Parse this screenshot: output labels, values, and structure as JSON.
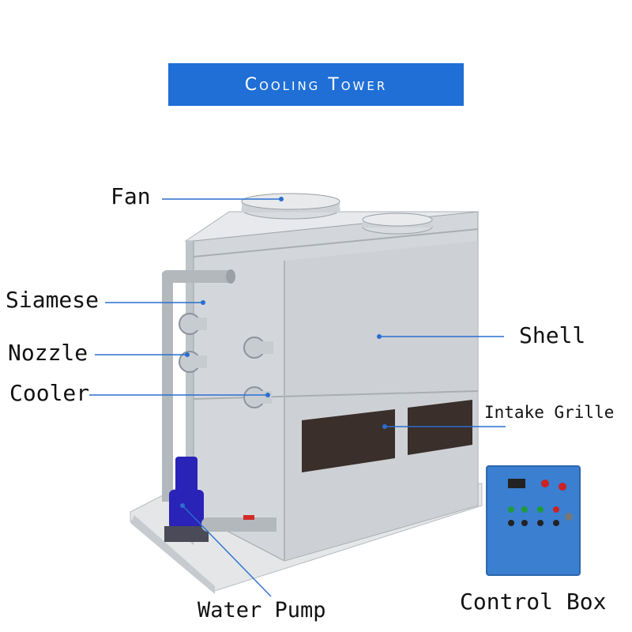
{
  "title": "Cooling Tower",
  "colors": {
    "banner": "#1f6fd6",
    "leader": "#2a6fd0",
    "shell": "#cfd3d8",
    "pump": "#2a23b8",
    "box": "#3a7fd0"
  },
  "labels": {
    "fan": "Fan",
    "siamese": "Siamese",
    "nozzle": "Nozzle",
    "cooler": "Cooler",
    "shell": "Shell",
    "intake_grille": "Intake Grille",
    "water_pump": "Water Pump",
    "control_box": "Control Box"
  }
}
